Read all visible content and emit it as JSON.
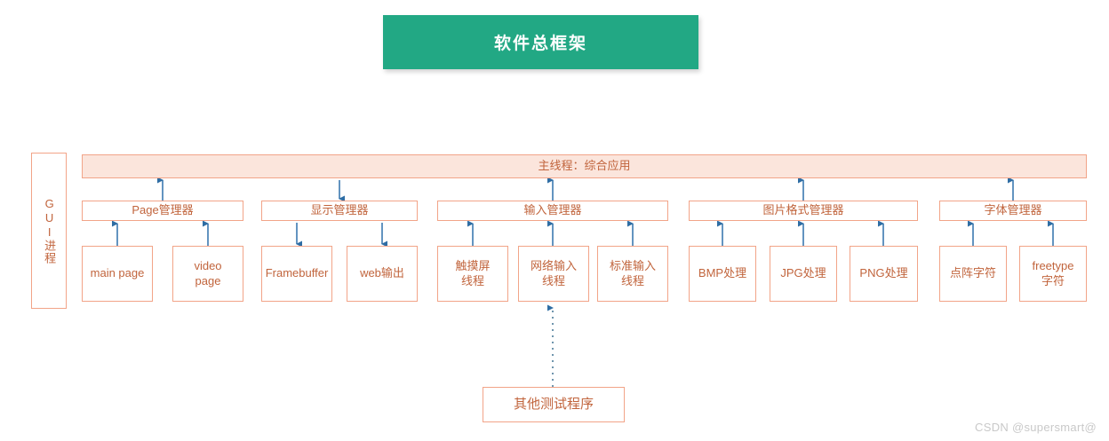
{
  "title": {
    "text": "软件总框架",
    "background": "#22a884",
    "text_color": "#ffffff"
  },
  "colors": {
    "box_border": "#f2a488",
    "box_text": "#c1643c",
    "bar_fill": "#fbe5dc",
    "arrow": "#3c7ab0",
    "dotted_arrow": "#3c7ab0",
    "watermark": "#c9c9c9"
  },
  "diagram": {
    "process_label": "GUI进程",
    "main_thread": "主线程：综合应用",
    "groups": [
      {
        "manager": "Page管理器",
        "arrow_direction": "up",
        "children": [
          "main page",
          "video\npage"
        ]
      },
      {
        "manager": "显示管理器",
        "arrow_direction": "down",
        "children": [
          "Framebuffer",
          "web输出"
        ]
      },
      {
        "manager": "输入管理器",
        "arrow_direction": "up",
        "children": [
          "触摸屏\n线程",
          "网络输入\n线程",
          "标准输入\n线程"
        ]
      },
      {
        "manager": "图片格式管理器",
        "arrow_direction": "up",
        "children": [
          "BMP处理",
          "JPG处理",
          "PNG处理"
        ]
      },
      {
        "manager": "字体管理器",
        "arrow_direction": "up",
        "children": [
          "点阵字符",
          "freetype\n字符"
        ]
      }
    ],
    "external": {
      "label": "其他测试程序",
      "connects_to": "网络输入\n线程",
      "line_style": "dotted",
      "arrow_direction": "up"
    }
  },
  "watermark": "CSDN @supersmart@"
}
